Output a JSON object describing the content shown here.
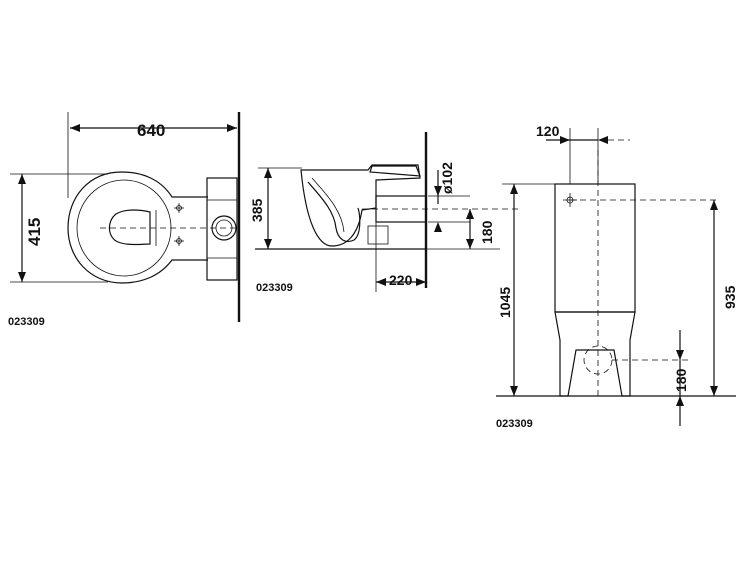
{
  "drawing": {
    "top_view": {
      "width_label": "640",
      "depth_label": "415",
      "code": "023309"
    },
    "side_view": {
      "height_label": "385",
      "outlet_diameter_label": "ø102",
      "outlet_height_label": "180",
      "outlet_distance_label": "220",
      "code": "023309"
    },
    "front_view": {
      "offset_label": "120",
      "total_height_label": "1045",
      "cistern_height_label": "935",
      "inlet_height_label": "180",
      "code": "023309"
    }
  }
}
